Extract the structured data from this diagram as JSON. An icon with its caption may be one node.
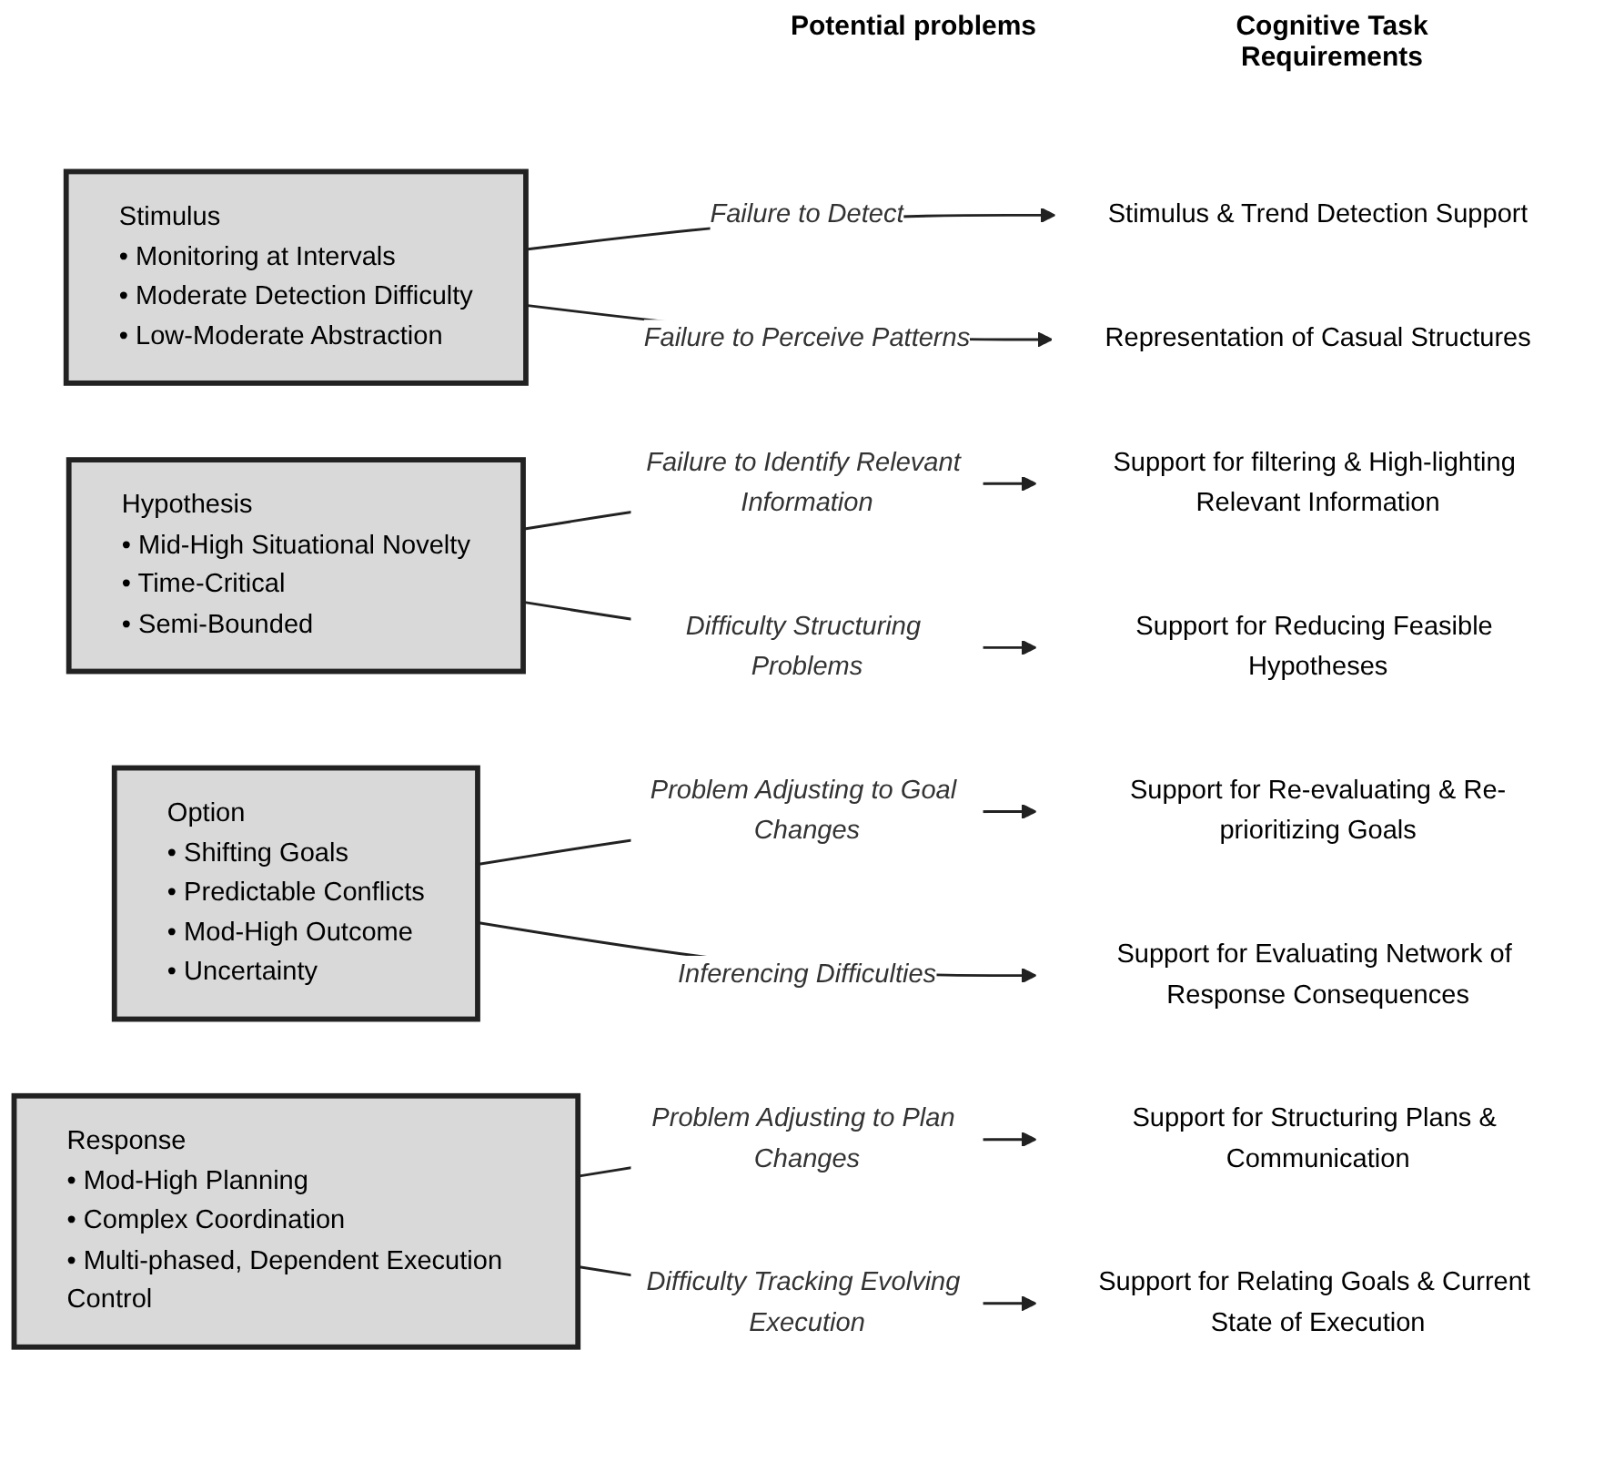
{
  "diagram": {
    "nodes": [
      {
        "text": [
          "Stimulus",
          "• Monitoring at Intervals",
          "• Moderate Detection Difficulty",
          "• Low-Moderate Abstraction"
        ]
      },
      {
        "text": [
          "Stimulus & Trend Detection Support"
        ]
      },
      {
        "text": [
          "Representation of Casual Structures"
        ]
      },
      {
        "text": [
          "Hypothesis",
          "• Mid-High Situational Novelty",
          "• Time-Critical",
          "• Semi-Bounded"
        ]
      },
      {
        "text": [
          "Support for filtering & High-lighting Relevant Information"
        ]
      },
      {
        "text": [
          "Support for Reducing Feasible Hypotheses"
        ]
      },
      {
        "text": [
          "Option",
          "• Shifting Goals",
          "• Predictable Conflicts",
          "• Mod-High Outcome",
          "• Uncertainty"
        ]
      },
      {
        "text": [
          "Support for Re-evaluating & Re-prioritizing Goals"
        ]
      },
      {
        "text": [
          "Support for Evaluating Network of Response Consequences"
        ]
      },
      {
        "text": [
          "Response",
          "• Mod-High Planning",
          "• Complex Coordination",
          "• Multi-phased, Dependent Execution Control"
        ]
      },
      {
        "text": [
          "Support for Structuring Plans & Communication"
        ]
      },
      {
        "text": [
          "Support for Relating Goals & Current State of Execution"
        ]
      }
    ],
    "edges": [
      {
        "from": 0,
        "to": 1,
        "arrow": "to",
        "label": "Failure to Detect"
      },
      {
        "from": 0,
        "to": 2,
        "arrow": "to",
        "label": "Failure to Perceive Patterns"
      },
      {
        "from": 3,
        "to": 4,
        "arrow": "to",
        "label": "Failure to Identify Relevant Information"
      },
      {
        "from": 3,
        "to": 5,
        "arrow": "to",
        "label": "Difficulty Structuring Problems"
      },
      {
        "from": 6,
        "to": 7,
        "arrow": "to",
        "label": "Problem Adjusting to Goal Changes"
      },
      {
        "from": 6,
        "to": 8,
        "arrow": "to",
        "label": "Inferencing Difficulties"
      },
      {
        "from": 9,
        "to": 10,
        "arrow": "to",
        "label": "Problem Adjusting to Plan Changes"
      },
      {
        "from": 9,
        "to": 11,
        "arrow": "to",
        "label": "Difficulty Tracking Evolving Execution"
      }
    ],
    "labels": [
      "Potential problems",
      "Cognitive Task Requirements"
    ]
  }
}
